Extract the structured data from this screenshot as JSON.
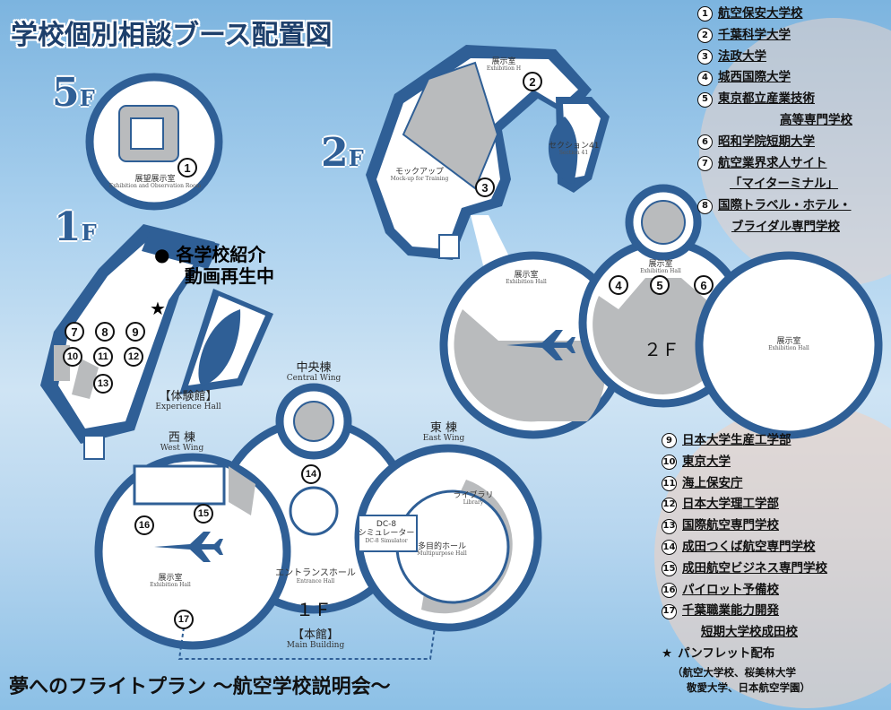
{
  "title": "学校個別相談ブース配置図",
  "floor_labels": {
    "f5_num": "5",
    "f5_sub": "F",
    "f2_num": "2",
    "f2_sub": "F",
    "f1_num": "1",
    "f1_sub": "F"
  },
  "rooms": {
    "observation": {
      "jp": "展望展示室",
      "en": "Exhibition and Observation Room"
    },
    "exhibition_2f_top": {
      "jp": "展示室",
      "en": "Exhibition H"
    },
    "mockup": {
      "jp": "モックアップ",
      "en": "Mock-up for Training"
    },
    "section41": {
      "jp": "セクション41",
      "en": "Section 41"
    },
    "exhibition_2f_left": {
      "jp": "展示室",
      "en": "Exhibition Hall"
    },
    "exhibition_2f_mid": {
      "jp": "展示室",
      "en": "Exhibition Hall"
    },
    "exhibition_2f_right": {
      "jp": "展示室",
      "en": "Exhibition Hall"
    },
    "floor_2f": "２Ｆ",
    "experience_hall": {
      "jp": "【体験館】",
      "en": "Experience Hall"
    },
    "central_wing": {
      "jp": "中央棟",
      "en": "Central Wing"
    },
    "west_wing": {
      "jp": "西 棟",
      "en": "West Wing"
    },
    "east_wing": {
      "jp": "東 棟",
      "en": "East Wing"
    },
    "library": {
      "jp": "ライブラリ",
      "en": "Library"
    },
    "multipurpose": {
      "jp": "多目的ホール",
      "en": "Multipurpose Hall"
    },
    "dc8": {
      "jp1": "DC-8",
      "jp2": "シミュレーター",
      "en": "DC-8 Simulator"
    },
    "entrance": {
      "jp": "エントランスホール",
      "en": "Entrance Hall"
    },
    "exhibition_1f": {
      "jp": "展示室",
      "en": "Exhibition Hall"
    },
    "floor_1f": "１Ｆ",
    "main_building": {
      "jp": "【本館】",
      "en": "Main Building"
    }
  },
  "promo": {
    "line1": "各学校紹介",
    "line2": "動画再生中",
    "dot": "●"
  },
  "star_symbol": "★",
  "booth_markers": [
    "①",
    "②",
    "③",
    "④",
    "⑤",
    "⑥",
    "⑦",
    "⑧",
    "⑨",
    "⑩",
    "⑪",
    "⑫",
    "⑬",
    "⑭",
    "⑮",
    "⑯",
    "⑰"
  ],
  "schools_top": [
    {
      "num": "1",
      "name": "航空保安大学校"
    },
    {
      "num": "2",
      "name": "千葉科学大学"
    },
    {
      "num": "3",
      "name": "法政大学"
    },
    {
      "num": "4",
      "name": "城西国際大学"
    },
    {
      "num": "5",
      "name": "東京都立産業技術",
      "cont": "高等専門学校"
    },
    {
      "num": "6",
      "name": "昭和学院短期大学"
    },
    {
      "num": "7",
      "name": "航空業界求人サイト",
      "cont": "「マイターミナル」"
    },
    {
      "num": "8",
      "name": "国際トラベル・ホテル・",
      "cont": "ブライダル専門学校"
    }
  ],
  "schools_bottom": [
    {
      "num": "9",
      "name": "日本大学生産工学部"
    },
    {
      "num": "10",
      "name": "東京大学"
    },
    {
      "num": "11",
      "name": "海上保安庁"
    },
    {
      "num": "12",
      "name": "日本大学理工学部"
    },
    {
      "num": "13",
      "name": "国際航空専門学校"
    },
    {
      "num": "14",
      "name": "成田つくば航空専門学校"
    },
    {
      "num": "15",
      "name": "成田航空ビジネス専門学校"
    },
    {
      "num": "16",
      "name": "パイロット予備校"
    },
    {
      "num": "17",
      "name": "千葉職業能力開発",
      "cont": "短期大学校成田校"
    }
  ],
  "star_entry": {
    "label": "パンフレット配布",
    "note1": "（航空大学校、桜美林大学",
    "note2": "敬愛大学、日本航空学園）"
  },
  "banner": "夢へのフライトプラン ～航空学校説明会～",
  "colors": {
    "wall": "#2f5f96",
    "floor": "#ffffff",
    "hall_gray": "#b9bbbd",
    "accent_red": "#d3001f"
  }
}
